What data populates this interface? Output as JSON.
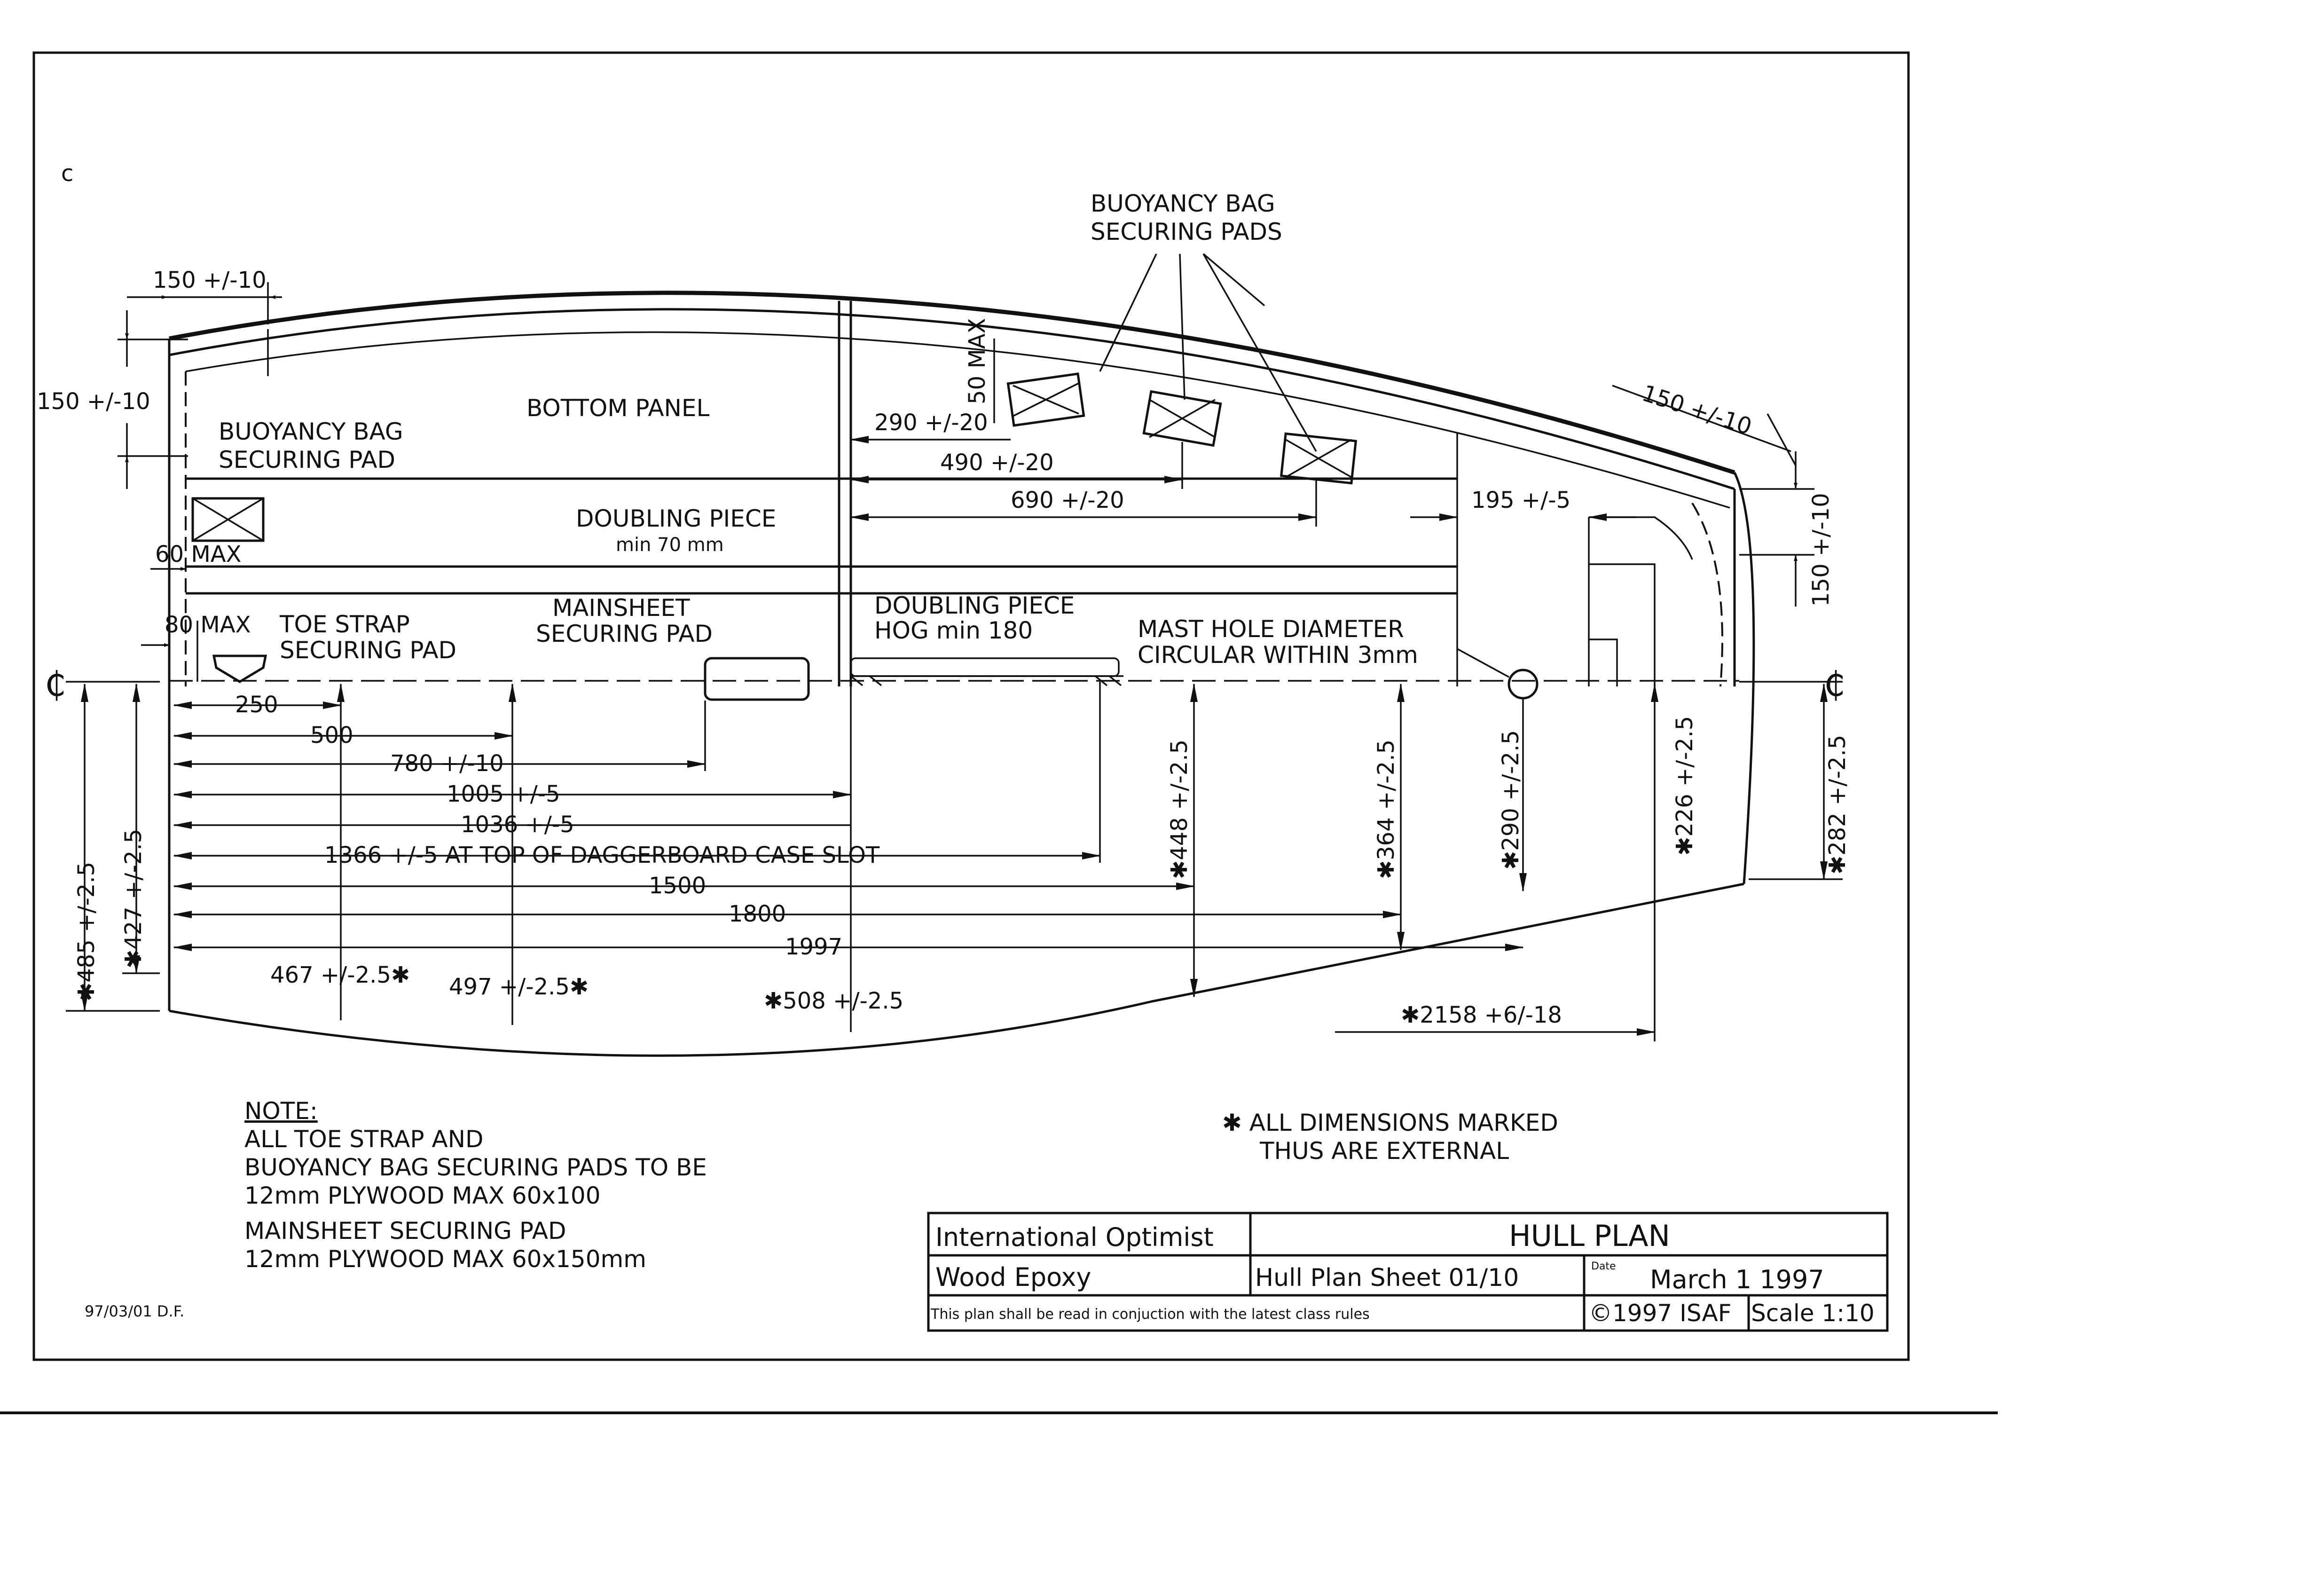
{
  "corner_mark": "c",
  "labels": {
    "bottom_panel": "BOTTOM PANEL",
    "buoyancy_bag_top_line1": "BUOYANCY BAG",
    "buoyancy_bag_top_line2": "SECURING PADS",
    "buoyancy_bag_left_line1": "BUOYANCY BAG",
    "buoyancy_bag_left_line2": "SECURING PAD",
    "doubling_piece_line1": "DOUBLING PIECE",
    "doubling_piece_line2": "min 70 mm",
    "toe_strap_line1": "TOE STRAP",
    "toe_strap_line2": "SECURING PAD",
    "mainsheet_line1": "MAINSHEET",
    "mainsheet_line2": "SECURING PAD",
    "doubling_hog_line1": "DOUBLING PIECE",
    "doubling_hog_line2": "HOG min 180",
    "mast_hole_line1": "MAST HOLE DIAMETER",
    "mast_hole_line2": "CIRCULAR WITHIN 3mm",
    "centerline_symbol": "₵"
  },
  "dimensions": {
    "d150_top": "150 +/-10",
    "d150_left": "150 +/-10",
    "d50max": "50 MAX",
    "d290": "290 +/-20",
    "d490": "490 +/-20",
    "d690": "690 +/-20",
    "d195": "195 +/-5",
    "d150_bow": "150 +/-10",
    "d150_right": "150 +/-10",
    "d60max": "60 MAX",
    "d80max": "80 MAX",
    "d250": "250",
    "d500": "500",
    "d780": "780 +/-10",
    "d1005": "1005 +/-5",
    "d1036": "1036 +/-5",
    "d1366": "1366 +/-5 AT TOP OF DAGGERBOARD CASE SLOT",
    "d1500": "1500",
    "d1800": "1800",
    "d1997": "1997",
    "d485": "✱485 +/-2.5",
    "d427": "✱427 +/-2.5",
    "d467": "467 +/-2.5✱",
    "d497": "497 +/-2.5✱",
    "d508": "✱508 +/-2.5",
    "d448": "✱448 +/-2.5",
    "d364": "✱364 +/-2.5",
    "d290v": "✱290 +/-2.5",
    "d226": "✱226 +/-2.5",
    "d282": "✱282 +/-2.5",
    "d2158": "✱2158 +6/-18"
  },
  "notes": {
    "heading": "NOTE:",
    "line1": "ALL TOE STRAP AND",
    "line2": "BUOYANCY BAG SECURING PADS TO BE",
    "line3": "12mm PLYWOOD MAX 60x100",
    "line4": "MAINSHEET SECURING PAD",
    "line5": "12mm PLYWOOD MAX 60x150mm"
  },
  "external_note": {
    "line1": "✱ ALL DIMENSIONS MARKED",
    "line2": "THUS ARE EXTERNAL"
  },
  "drawing_ref": "97/03/01 D.F.",
  "title_block": {
    "class_name": "International Optimist",
    "title": "HULL PLAN",
    "construction": "Wood Epoxy",
    "sheet": "Hull Plan Sheet 01/10",
    "date_label": "Date",
    "date": "March 1  1997",
    "disclaimer": "This plan shall be read in conjuction with the latest class rules",
    "copyright": "©1997 ISAF",
    "scale": "Scale 1:10"
  }
}
